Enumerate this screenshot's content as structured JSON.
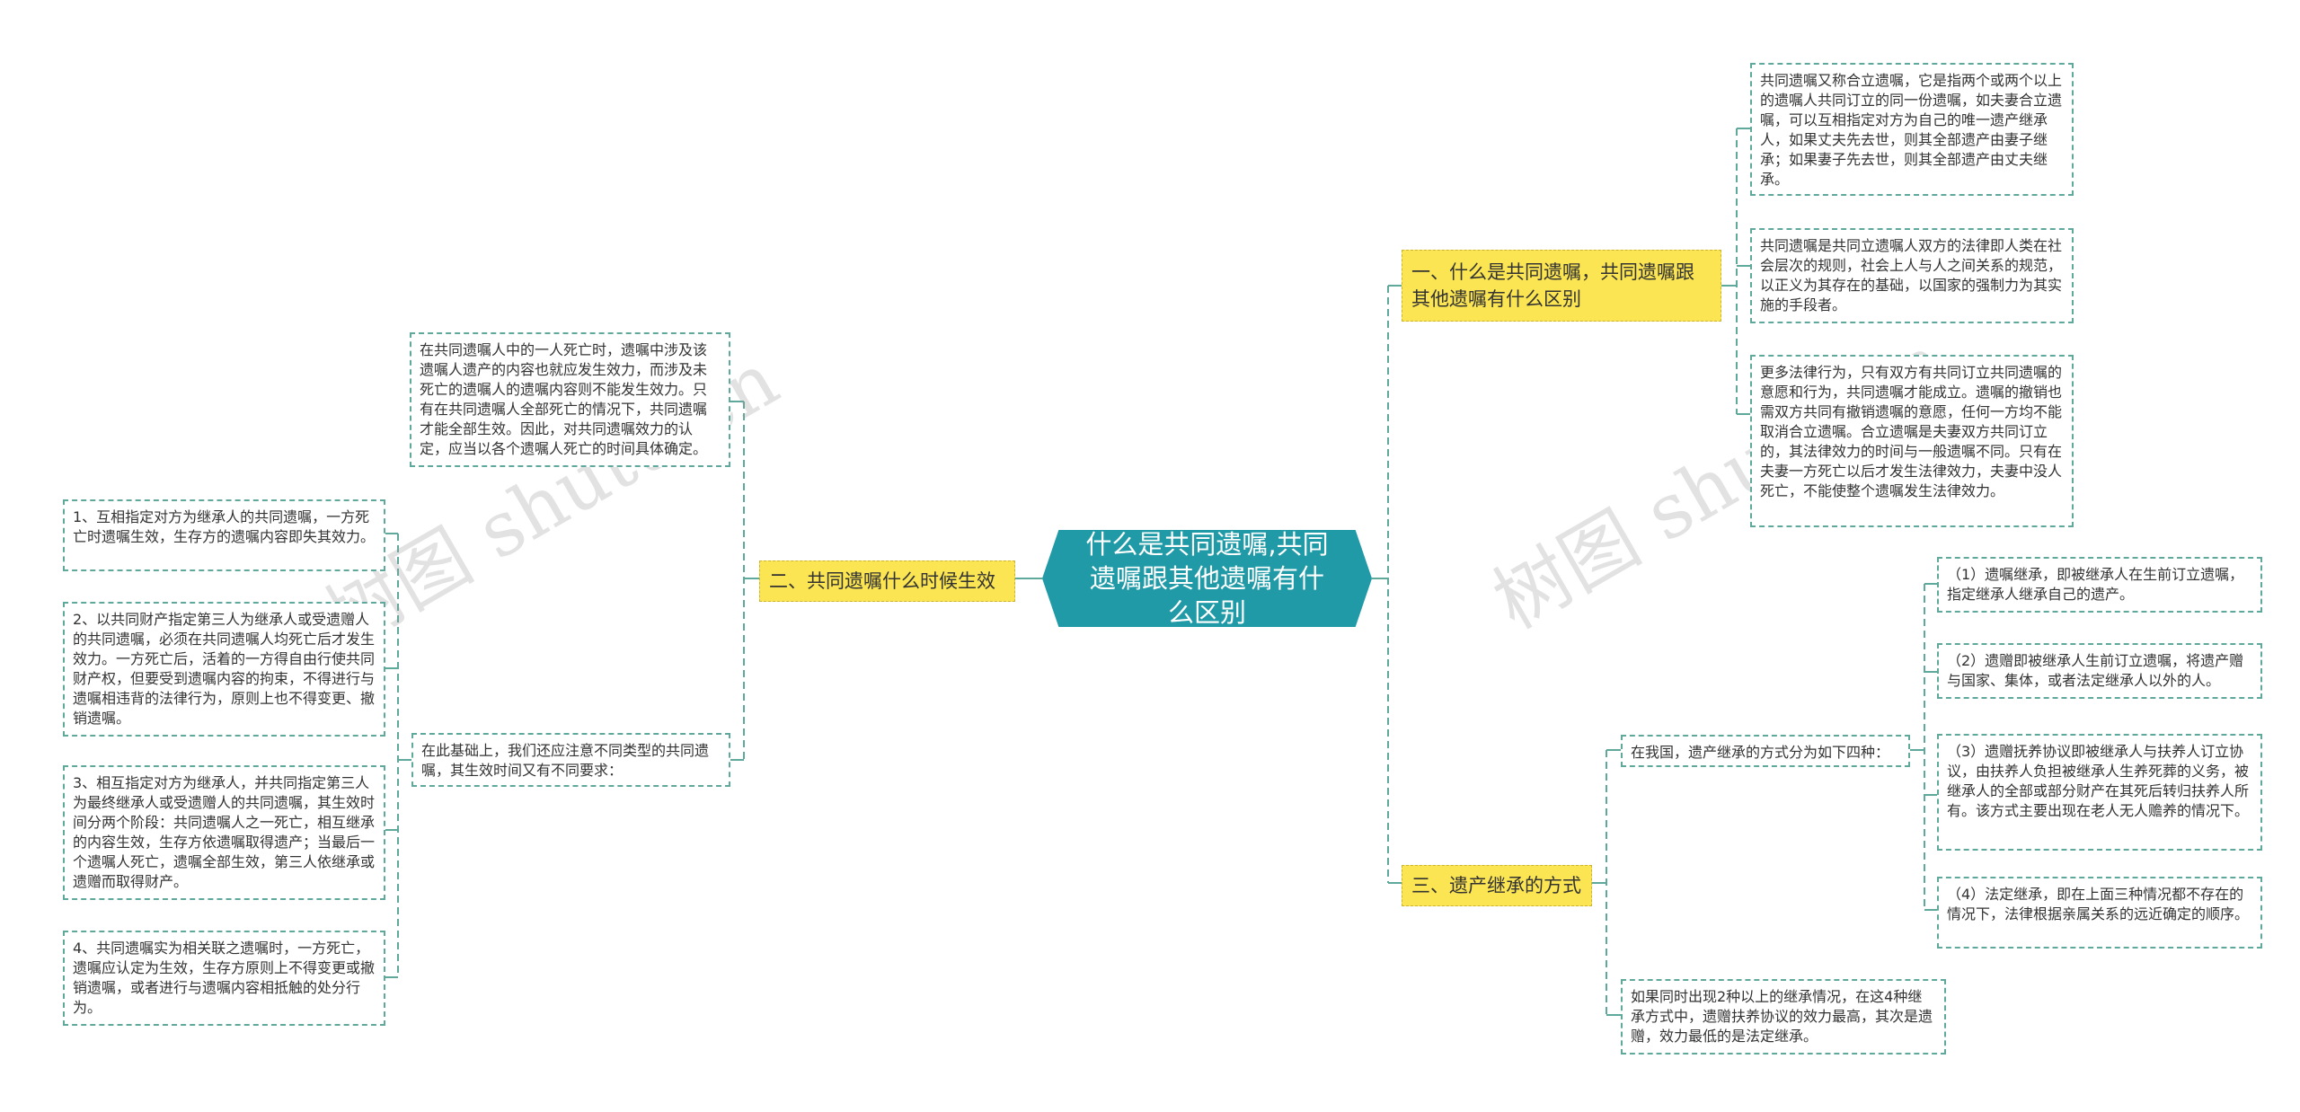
{
  "center": "什么是共同遗嘱,共同遗嘱跟其他遗嘱有什么区别",
  "branches": {
    "b1": "一、什么是共同遗嘱，共同遗嘱跟其他遗嘱有什么区别",
    "b2": "二、共同遗嘱什么时候生效",
    "b3": "三、遗产继承的方式"
  },
  "leaves": {
    "r1a": "共同遗嘱又称合立遗嘱，它是指两个或两个以上的遗嘱人共同订立的同一份遗嘱，如夫妻合立遗嘱，可以互相指定对方为自己的唯一遗产继承人，如果丈夫先去世，则其全部遗产由妻子继承；如果妻子先去世，则其全部遗产由丈夫继承。",
    "r1b": "共同遗嘱是共同立遗嘱人双方的法律即人类在社会层次的规则，社会上人与人之间关系的规范，以正义为其存在的基础，以国家的强制力为其实施的手段者。",
    "r1c": "更多法律行为，只有双方有共同订立共同遗嘱的意愿和行为，共同遗嘱才能成立。遗嘱的撤销也需双方共同有撤销遗嘱的意愿，任何一方均不能取消合立遗嘱。合立遗嘱是夫妻双方共同订立的，其法律效力的时间与一般遗嘱不同。只有在夫妻一方死亡以后才发生法律效力，夫妻中没人死亡，不能使整个遗嘱发生法律效力。",
    "r3a": "在我国，遗产继承的方式分为如下四种：",
    "r3a1": "（1）遗嘱继承，即被继承人在生前订立遗嘱，指定继承人继承自己的遗产。",
    "r3a2": "（2）遗赠即被继承人生前订立遗嘱，将遗产赠与国家、集体，或者法定继承人以外的人。",
    "r3a3": "（3）遗赠抚养协议即被继承人与扶养人订立协议，由扶养人负担被继承人生养死葬的义务，被继承人的全部或部分财产在其死后转归扶养人所有。该方式主要出现在老人无人赡养的情况下。",
    "r3a4": "（4）法定继承，即在上面三种情况都不存在的情况下，法律根据亲属关系的远近确定的顺序。",
    "r3b": "如果同时出现2种以上的继承情况，在这4种继承方式中，遗赠扶养协议的效力最高，其次是遗赠，效力最低的是法定继承。",
    "l2a": "在共同遗嘱人中的一人死亡时，遗嘱中涉及该遗嘱人遗产的内容也就应发生效力，而涉及未死亡的遗嘱人的遗嘱内容则不能发生效力。只有在共同遗嘱人全部死亡的情况下，共同遗嘱才能全部生效。因此，对共同遗嘱效力的认定，应当以各个遗嘱人死亡的时间具体确定。",
    "l2b": "在此基础上，我们还应注意不同类型的共同遗嘱，其生效时间又有不同要求：",
    "l2b1": "1、互相指定对方为继承人的共同遗嘱，一方死亡时遗嘱生效，生存方的遗嘱内容即失其效力。",
    "l2b2": "2、以共同财产指定第三人为继承人或受遗赠人的共同遗嘱，必须在共同遗嘱人均死亡后才发生效力。一方死亡后，活着的一方得自由行使共同财产权，但要受到遗嘱内容的拘束，不得进行与遗嘱相违背的法律行为，原则上也不得变更、撤销遗嘱。",
    "l2b3": "3、相互指定对方为继承人，并共同指定第三人为最终继承人或受遗赠人的共同遗嘱，其生效时间分两个阶段：共同遗嘱人之一死亡，相互继承的内容生效，生存方依遗嘱取得遗产；当最后一个遗嘱人死亡，遗嘱全部生效，第三人依继承或遗赠而取得财产。",
    "l2b4": "4、共同遗嘱实为相关联之遗嘱时，一方死亡，遗嘱应认定为生效，生存方原则上不得变更或撤销遗嘱，或者进行与遗嘱内容相抵触的处分行为。"
  },
  "watermarks": [
    "树图 shutu.cn",
    "树图 shutu.cn"
  ],
  "colors": {
    "center": "#1f9aa6",
    "branch": "#fbe552",
    "line": "#5fa99c"
  }
}
